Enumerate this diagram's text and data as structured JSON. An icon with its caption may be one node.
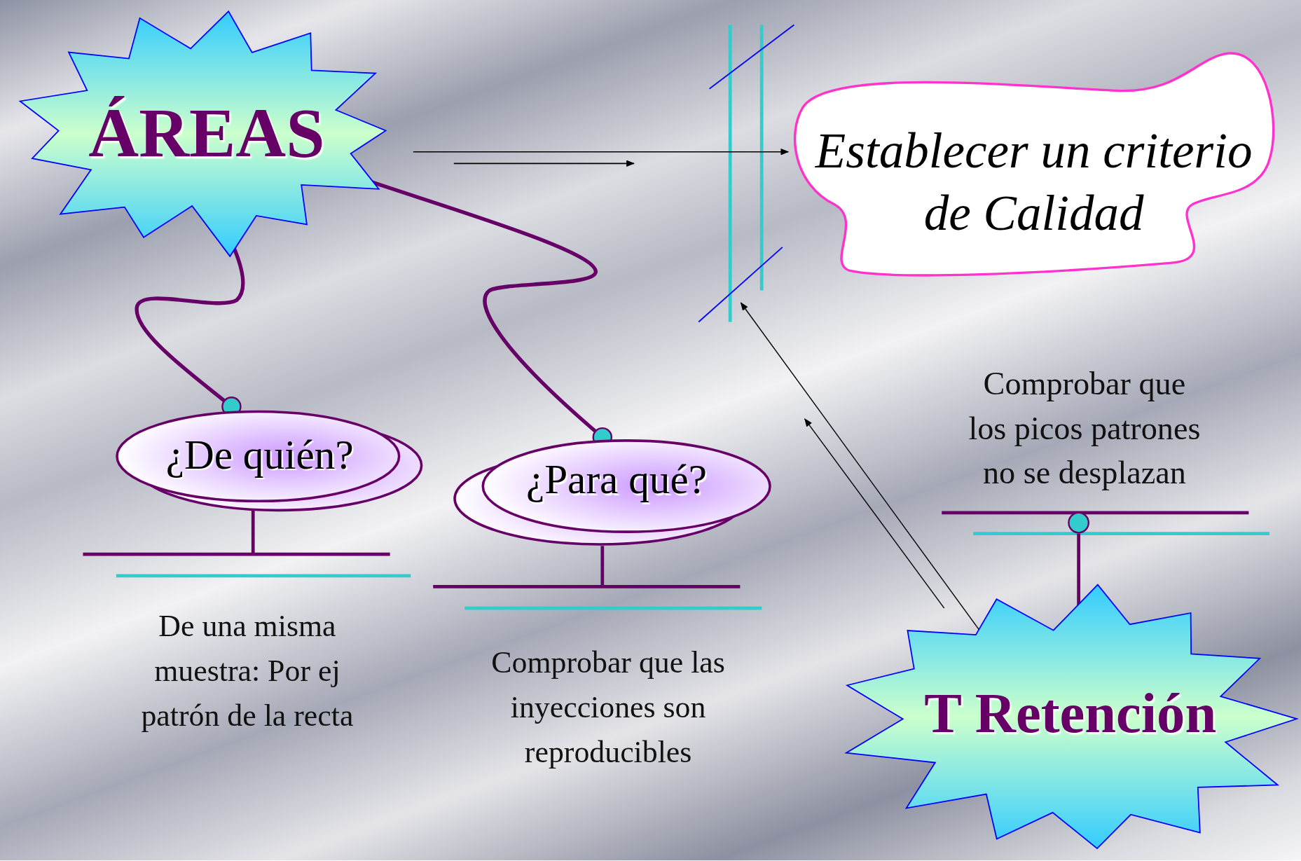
{
  "diagram": {
    "nodes": [
      {
        "text": [
          "ÁREAS"
        ]
      },
      {
        "text": [
          "Establecer un criterio de Calidad"
        ]
      },
      {
        "text": [
          "¿De quién?"
        ],
        "beside": [
          "De una misma muestra: Por ej patrón de la recta"
        ]
      },
      {
        "text": [
          "¿Para qué?"
        ],
        "beside": [
          "Comprobar que las inyecciones son reproducibles"
        ]
      },
      {
        "text": [
          "T Retención"
        ],
        "beside": [
          "Comprobar que los picos patrones no se desplazan"
        ]
      }
    ],
    "edges": [
      {
        "from": 0,
        "to": 1,
        "arrow": "to"
      },
      {
        "from": 0,
        "to": 2,
        "arrow": "other",
        "style": "thick",
        "color": "#660066"
      },
      {
        "from": 0,
        "to": 3,
        "arrow": "other",
        "style": "thick",
        "color": "#660066"
      },
      {
        "from": 4,
        "to": null,
        "arrow": "to"
      },
      {
        "from": 4,
        "to": null,
        "arrow": "to"
      }
    ]
  }
}
